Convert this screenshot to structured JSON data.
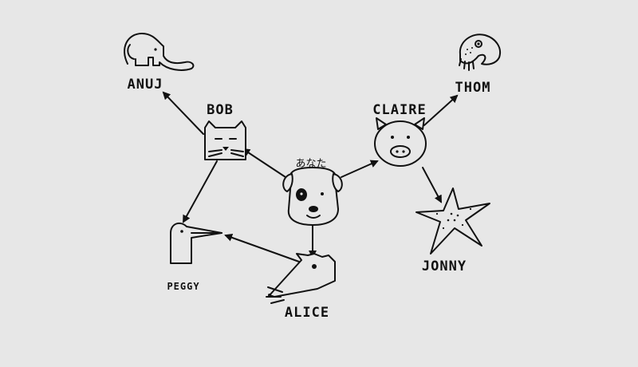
{
  "nodes": {
    "you": "あなた",
    "bob": "BOB",
    "claire": "CLAIRE",
    "anuj": "ANUJ",
    "peggy": "PEGGY",
    "alice": "ALICE",
    "thom": "THOM",
    "jonny": "JONNY"
  },
  "edges": [
    [
      "you",
      "bob"
    ],
    [
      "you",
      "claire"
    ],
    [
      "you",
      "alice"
    ],
    [
      "bob",
      "anuj"
    ],
    [
      "bob",
      "peggy"
    ],
    [
      "alice",
      "peggy"
    ],
    [
      "claire",
      "thom"
    ],
    [
      "claire",
      "jonny"
    ]
  ],
  "colors": {
    "background": "#e7e7e7",
    "ink": "#111111"
  }
}
